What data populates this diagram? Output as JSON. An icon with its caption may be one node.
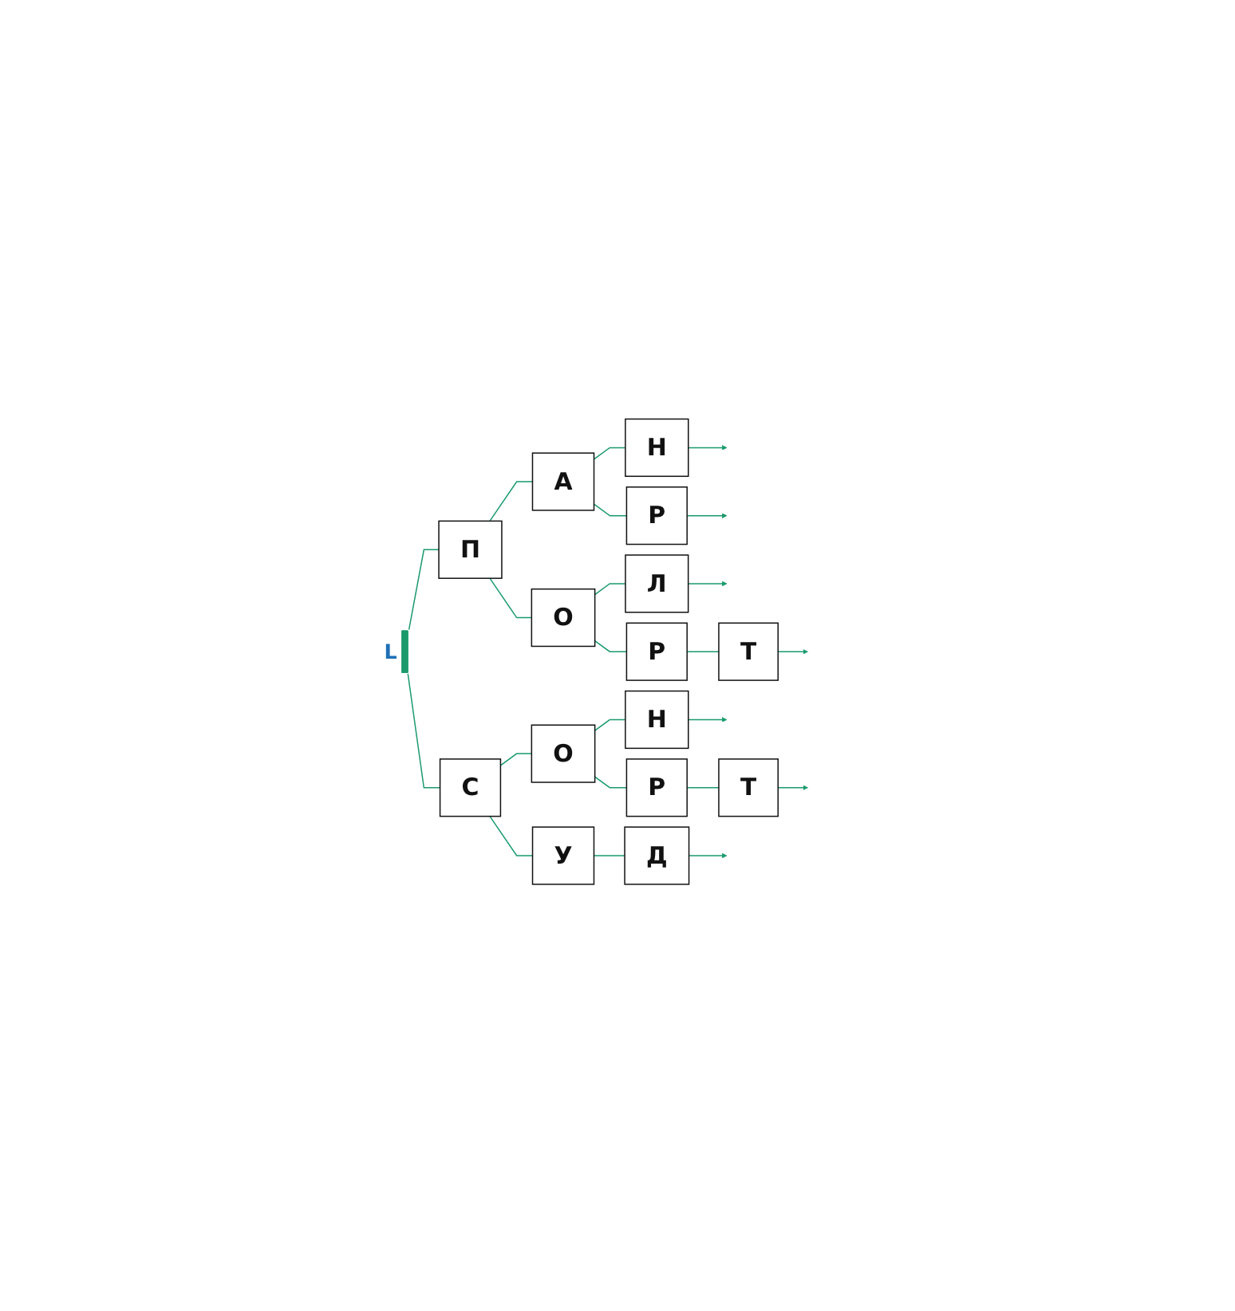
{
  "diagram": {
    "nodes": [
      {
        "text": [],
        "shape": "bar",
        "beside": [
          "L"
        ]
      },
      {
        "text": [
          "П"
        ]
      },
      {
        "text": [
          "С"
        ]
      },
      {
        "text": [
          "А"
        ]
      },
      {
        "text": [
          "О"
        ]
      },
      {
        "text": [
          "О"
        ]
      },
      {
        "text": [
          "У"
        ]
      },
      {
        "text": [
          "Н"
        ]
      },
      {
        "text": [
          "Р"
        ]
      },
      {
        "text": [
          "Л"
        ]
      },
      {
        "text": [
          "Р"
        ]
      },
      {
        "text": [
          "Н"
        ]
      },
      {
        "text": [
          "Р"
        ]
      },
      {
        "text": [
          "Д"
        ]
      },
      {
        "text": [
          "Т"
        ]
      },
      {
        "text": [
          "Т"
        ]
      }
    ],
    "edges": [
      {
        "from": 0,
        "to": 1,
        "arrow": "none"
      },
      {
        "from": 0,
        "to": 2,
        "arrow": "none"
      },
      {
        "from": 1,
        "to": 3,
        "arrow": "none"
      },
      {
        "from": 1,
        "to": 4,
        "arrow": "none"
      },
      {
        "from": 2,
        "to": 5,
        "arrow": "none"
      },
      {
        "from": 2,
        "to": 6,
        "arrow": "none"
      },
      {
        "from": 3,
        "to": 7,
        "arrow": "none"
      },
      {
        "from": 3,
        "to": 8,
        "arrow": "none"
      },
      {
        "from": 4,
        "to": 9,
        "arrow": "none"
      },
      {
        "from": 4,
        "to": 10,
        "arrow": "none"
      },
      {
        "from": 5,
        "to": 11,
        "arrow": "none"
      },
      {
        "from": 5,
        "to": 12,
        "arrow": "none"
      },
      {
        "from": 6,
        "to": 13,
        "arrow": "none"
      },
      {
        "from": 10,
        "to": 14,
        "arrow": "none"
      },
      {
        "from": 12,
        "to": 15,
        "arrow": "none"
      },
      {
        "from": 7,
        "to": null,
        "arrow": "to"
      },
      {
        "from": 8,
        "to": null,
        "arrow": "to"
      },
      {
        "from": 9,
        "to": null,
        "arrow": "to"
      },
      {
        "from": 14,
        "to": null,
        "arrow": "to"
      },
      {
        "from": 11,
        "to": null,
        "arrow": "to"
      },
      {
        "from": 15,
        "to": null,
        "arrow": "to"
      },
      {
        "from": 13,
        "to": null,
        "arrow": "to"
      }
    ]
  }
}
